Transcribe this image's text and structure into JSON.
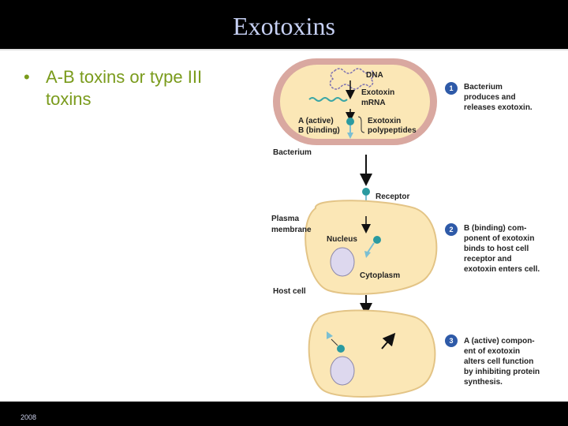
{
  "slide": {
    "title": "Exotoxins",
    "bullet_marker": "•",
    "bullet_text": "A-B toxins or type III toxins",
    "footer_year": "2008"
  },
  "diagram": {
    "labels": {
      "dna": "DNA",
      "exotoxin": "Exotoxin",
      "mrna": "mRNA",
      "a_active": "A (active)",
      "b_binding": "B (binding)",
      "polypeptides_1": "Exotoxin",
      "polypeptides_2": "polypeptides",
      "bacterium": "Bacterium",
      "receptor": "Receptor",
      "plasma_1": "Plasma",
      "plasma_2": "membrane",
      "nucleus": "Nucleus",
      "cytoplasm": "Cytoplasm",
      "host_cell": "Host cell"
    },
    "steps": [
      {
        "number": "1",
        "lines": [
          "Bacterium",
          "produces and",
          "releases exotoxin."
        ]
      },
      {
        "number": "2",
        "lines": [
          "B (binding) com-",
          "ponent of exotoxin",
          "binds to host cell",
          "receptor and",
          "exotoxin enters cell."
        ]
      },
      {
        "number": "3",
        "lines": [
          "A (active) compon-",
          "ent of exotoxin",
          "alters cell function",
          "by inhibiting protein",
          "synthesis."
        ]
      }
    ],
    "colors": {
      "bacterium_wall": "#d9a8a0",
      "cytoplasm_fill": "#fbe7b6",
      "toxin_a": "#2a9aa0",
      "toxin_b": "#7bbfd2",
      "dna": "#7e72b2",
      "mrna": "#3aa6a6",
      "nucleus": "#ddd8ee",
      "step_badge": "#2e5aa8"
    }
  }
}
